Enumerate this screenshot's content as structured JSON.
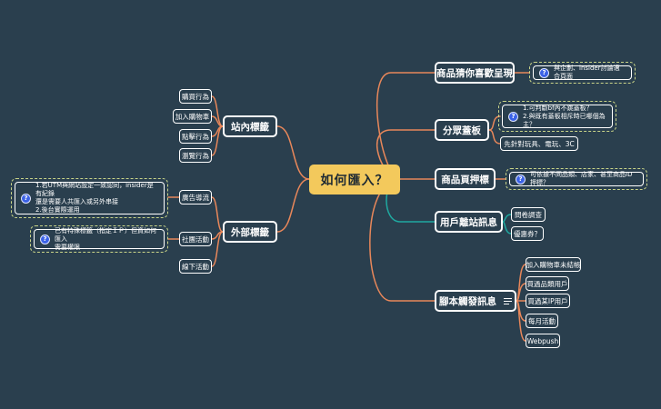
{
  "root": {
    "label": "如何匯入？"
  },
  "right_topics": {
    "recommend": {
      "label": "商品猜你喜歡呈現",
      "note": "與企劃、insider討論適合頁面"
    },
    "push": {
      "label": "分眾蓋板",
      "note": "1.可判斷bf內不跳蓋板？\n2.與既有蓋板相斥時已哪個為主？",
      "children": [
        "先針對玩具、電玩、3C"
      ]
    },
    "product_push": {
      "label": "商品頁押標",
      "note": "可依據不同品類、店家、甚至商品ID押標？"
    },
    "leave_msg": {
      "label": "用戶離站訊息",
      "children": [
        "問卷調查",
        "優惠券？"
      ]
    },
    "script_msg": {
      "label": "腳本觸發訊息",
      "children": [
        "加入購物車未結帳",
        "買過品類用戶",
        "買過某IP用戶",
        "每月活動",
        "Webpush"
      ]
    }
  },
  "left_topics": {
    "onsite": {
      "label": "站內標籤",
      "children": [
        "購買行為",
        "加入購物車",
        "點擊行為",
        "瀏覽行為"
      ]
    },
    "external": {
      "label": "外部標籤",
      "children": [
        "廣告導流",
        "社團活動",
        "線下活動"
      ],
      "ad_note": "1.若UTM與網站設定一致認同，insider是有紀錄\n還是需要人共匯入或另外串接\n2.後台實際運用",
      "club_note": "已有特殊標籤（指定ＩＰ）但資如何匯入\n需要權限"
    }
  },
  "colors": {
    "background": "#2a3f4e",
    "root": "#f3c95c",
    "link_orange": "#e8875a",
    "link_teal": "#1fa9a0",
    "note_border": "#c9d488",
    "icon_blue": "#3b62e6"
  }
}
